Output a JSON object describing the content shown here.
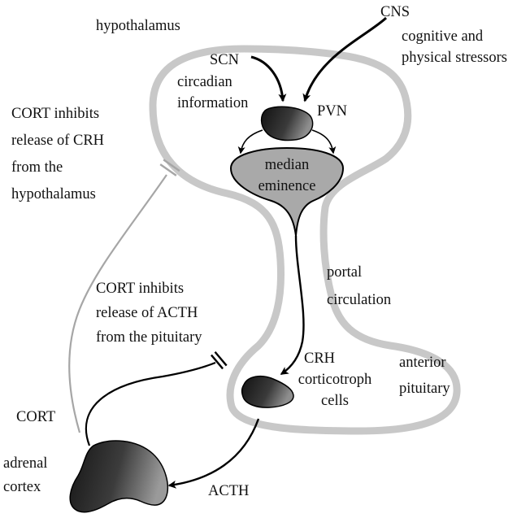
{
  "labels": {
    "hypothalamus": "hypothalamus",
    "cns": "CNS",
    "stressors": [
      "cognitive and",
      "physical stressors"
    ],
    "scn": "SCN",
    "circadian": [
      "circadian",
      "information"
    ],
    "pvn": "PVN",
    "median_eminence": [
      "median",
      "eminence"
    ],
    "cort_inhibits_crh": [
      "CORT inhibits",
      "release of CRH",
      "from the",
      "hypothalamus"
    ],
    "portal_circulation": [
      "portal",
      "circulation"
    ],
    "cort_inhibits_acth": [
      "CORT inhibits",
      "release of ACTH",
      "from the pituitary"
    ],
    "crh": "CRH",
    "corticotroph": [
      "corticotroph",
      "cells"
    ],
    "anterior_pituitary": [
      "anterior",
      "pituitary"
    ],
    "cort": "CORT",
    "adrenal_cortex": [
      "adrenal",
      "cortex"
    ],
    "acth": "ACTH"
  },
  "colors": {
    "outline": "#c8c8c8",
    "arrow": "#000000",
    "feedback": "#a6a6a6",
    "eminence_fill": "#a9a9a9",
    "cell_dark": "#1e1e1e",
    "cell_light": "#8a8a8a"
  }
}
